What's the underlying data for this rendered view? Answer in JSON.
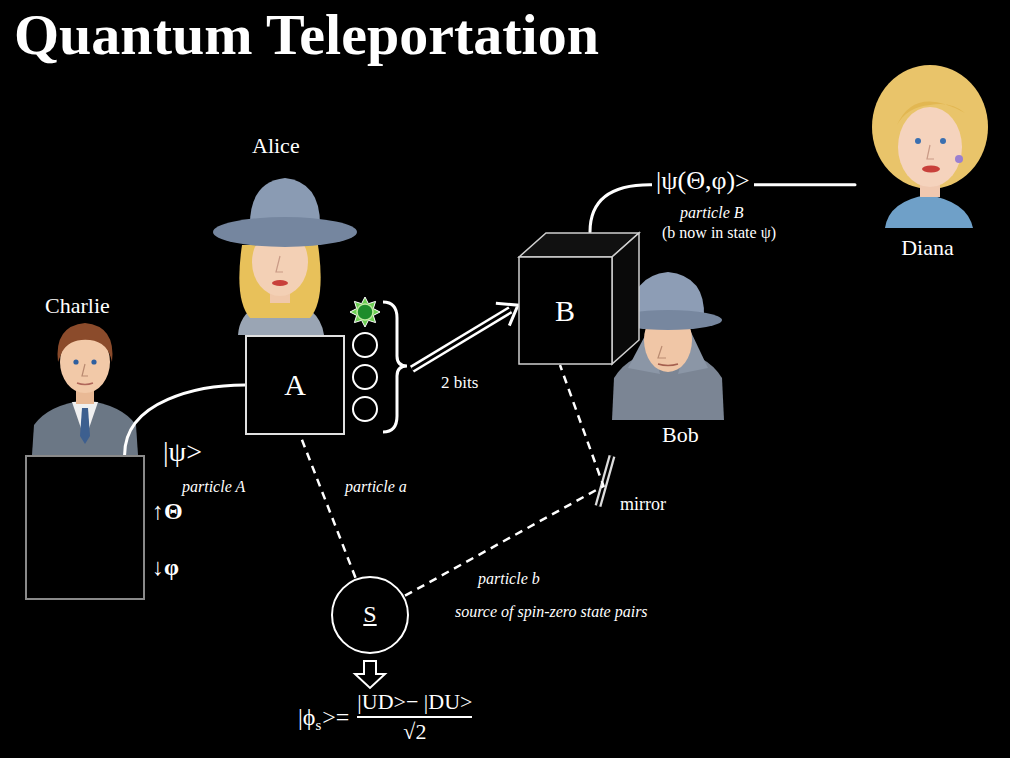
{
  "diagram": {
    "title": "Quantum Teleportation",
    "nodes": [
      {
        "text": [
          "Charlie"
        ]
      },
      {
        "text": [
          "A"
        ]
      },
      {
        "text": [
          "S",
          "source of spin-zero state pairs"
        ]
      },
      {
        "text": [
          "B"
        ]
      },
      {
        "text": [
          "Diana"
        ]
      }
    ],
    "edges": [
      {
        "from": 0,
        "to": 1,
        "arrow": "none",
        "label": "|ψ>"
      },
      {
        "from": 2,
        "to": 1,
        "arrow": "none",
        "label": "particle a"
      },
      {
        "from": 2,
        "to": 3,
        "arrow": "none",
        "label": "particle b"
      },
      {
        "from": 1,
        "to": 3,
        "arrow": "to",
        "label": "2 bits"
      },
      {
        "from": 3,
        "to": 4,
        "arrow": "none",
        "label": "|ψ(Θ,φ)>"
      }
    ],
    "labels": [
      "Alice",
      "Bob",
      "↑Θ",
      "↓φ",
      "particle A",
      "particle B",
      "(b now in state ψ)",
      "mirror",
      "|ϕ",
      "s",
      ">=",
      "|UD>− |DU>",
      "√2"
    ]
  }
}
